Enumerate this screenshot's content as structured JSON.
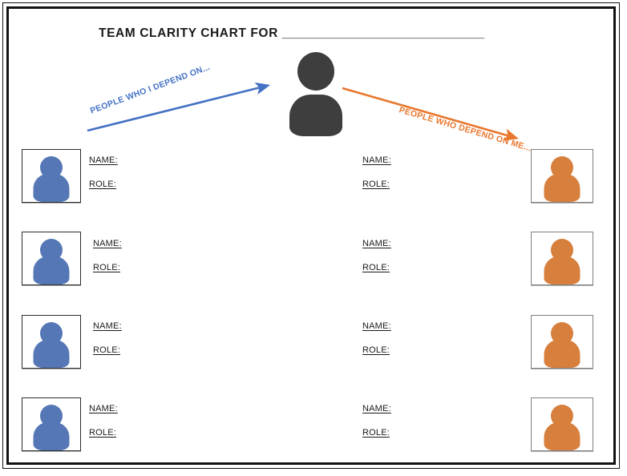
{
  "document": {
    "title_prefix": "TEAM CLARITY CHART FOR",
    "title_blank": "_______________________________"
  },
  "colors": {
    "blue": "#5577b5",
    "blue_arrow": "#4472c4",
    "orange": "#d77f3d",
    "orange_arrow": "#e8772e",
    "center_figure": "#3e3e3e",
    "border": "#111111"
  },
  "center": {
    "icon": "person-icon"
  },
  "arrows": {
    "left": {
      "label": "PEOPLE WHO I DEPEND ON...",
      "color": "#4472c4",
      "direction": "up-right",
      "icon": "arrow-right-icon"
    },
    "right": {
      "label": "PEOPLE WHO DEPEND ON ME...",
      "color": "#e8772e",
      "direction": "down-right",
      "icon": "arrow-right-icon"
    }
  },
  "labels": {
    "name": "NAME:",
    "role": "ROLE:"
  },
  "left_column": {
    "heading": "PEOPLE WHO I DEPEND ON...",
    "icon": "person-icon",
    "rows": [
      {
        "name_label": "NAME:",
        "role_label": "ROLE:",
        "name_value": "",
        "role_value": ""
      },
      {
        "name_label": "NAME:",
        "role_label": "ROLE:",
        "name_value": "",
        "role_value": ""
      },
      {
        "name_label": "NAME:",
        "role_label": "ROLE:",
        "name_value": "",
        "role_value": ""
      },
      {
        "name_label": "NAME:",
        "role_label": "ROLE:",
        "name_value": "",
        "role_value": ""
      }
    ]
  },
  "right_column": {
    "heading": "PEOPLE WHO DEPEND ON ME...",
    "icon": "person-icon",
    "rows": [
      {
        "name_label": "NAME:",
        "role_label": "ROLE:",
        "name_value": "",
        "role_value": ""
      },
      {
        "name_label": "NAME:",
        "role_label": "ROLE:",
        "name_value": "",
        "role_value": ""
      },
      {
        "name_label": "NAME:",
        "role_label": "ROLE:",
        "name_value": "",
        "role_value": ""
      },
      {
        "name_label": "NAME:",
        "role_label": "ROLE:",
        "name_value": "",
        "role_value": ""
      }
    ]
  }
}
